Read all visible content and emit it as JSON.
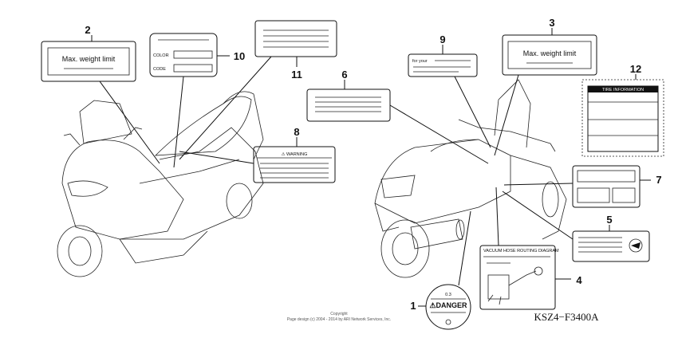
{
  "labels": {
    "max_weight_2": "Max. weight limit",
    "max_weight_3": "Max. weight limit",
    "color": "COLOR",
    "code": "CODE",
    "warning": "⚠ WARNING",
    "for_your": "for your",
    "danger": "⚠DANGER",
    "danger_top": "0.3",
    "vacuum": "VACUUM HOSE ROUTING DIAGRAM",
    "tire_info": "TIRE INFORMATION"
  },
  "callouts": {
    "n1": "1",
    "n2": "2",
    "n3": "3",
    "n4": "4",
    "n5": "5",
    "n6": "6",
    "n7": "7",
    "n8": "8",
    "n9": "9",
    "n10": "10",
    "n11": "11",
    "n12": "12"
  },
  "footer": {
    "copyright_line1": "Copyright",
    "copyright_line2": "Page design (c) 2004 - 2014 by ARI Network Services, Inc.",
    "diagram_code": "KSZ4−F3400A"
  }
}
